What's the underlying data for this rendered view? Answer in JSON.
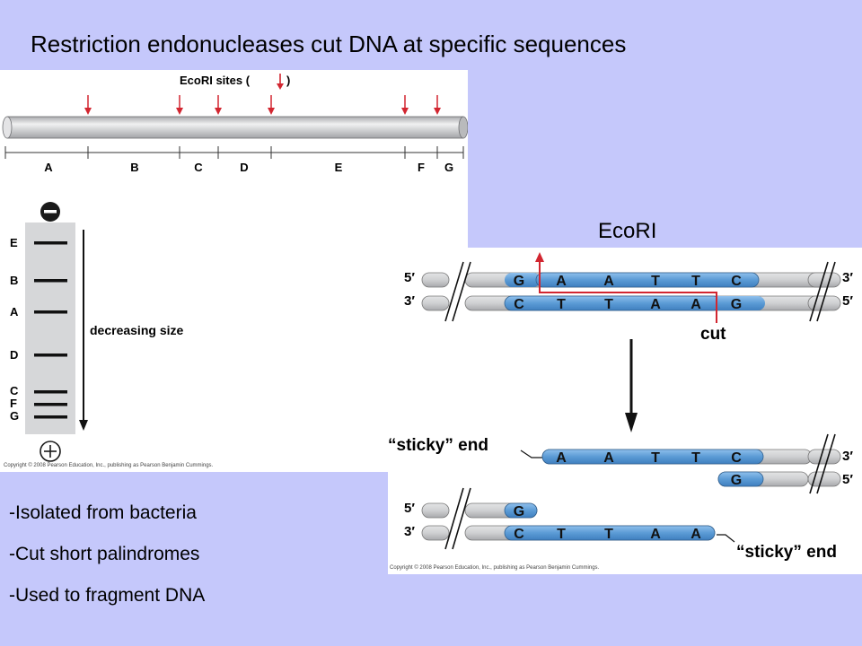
{
  "title": "Restriction endonucleases  cut DNA at specific sequences",
  "enzyme_label": "EcoRI",
  "map": {
    "sites_label": "EcoRI sites (",
    "sites_close": ")",
    "fragments": [
      "A",
      "B",
      "C",
      "D",
      "E",
      "F",
      "G"
    ]
  },
  "gel": {
    "minus_symbol": "−",
    "plus_symbol": "+",
    "bands": [
      "E",
      "B",
      "A",
      "D",
      "C",
      "F",
      "G"
    ],
    "arrow_label": "decreasing size",
    "copyright": "Copyright © 2008 Pearson Education, Inc., publishing as Pearson Benjamin Cummings."
  },
  "cleavage": {
    "five_prime": "5′",
    "three_prime": "3′",
    "top_strand": [
      "G",
      "A",
      "A",
      "T",
      "T",
      "C"
    ],
    "bottom_strand": [
      "C",
      "T",
      "T",
      "A",
      "A",
      "G"
    ],
    "cut_label": "cut",
    "sticky_label": "“sticky” end",
    "copyright": "Copyright © 2008 Pearson Education, Inc., publishing as Pearson Benjamin Cummings."
  },
  "bullets": [
    "-Isolated from bacteria",
    "-Cut short palindromes",
    "-Used to fragment DNA"
  ],
  "colors": {
    "background": "#c5c8fb",
    "recognition_site": "#5b9bd5",
    "dna_gray": "#cfd0d2",
    "cut_arrow": "#d22630"
  }
}
